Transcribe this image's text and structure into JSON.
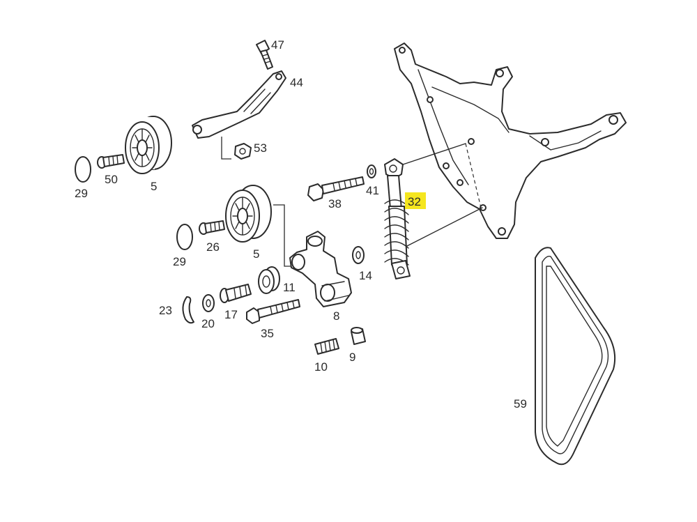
{
  "labels": {
    "p47": "47",
    "p44": "44",
    "p53": "53",
    "p29a": "29",
    "p50": "50",
    "p5a": "5",
    "p38": "38",
    "p41": "41",
    "p32": "32",
    "p29b": "29",
    "p26": "26",
    "p5b": "5",
    "p14": "14",
    "p11": "11",
    "p23": "23",
    "p20": "20",
    "p17": "17",
    "p8": "8",
    "p35": "35",
    "p10": "10",
    "p9": "9",
    "p59": "59"
  },
  "colors": {
    "highlight": "#f5e61f",
    "ink": "#2b2b2b",
    "background": "#ffffff"
  },
  "highlighted_part": "32"
}
